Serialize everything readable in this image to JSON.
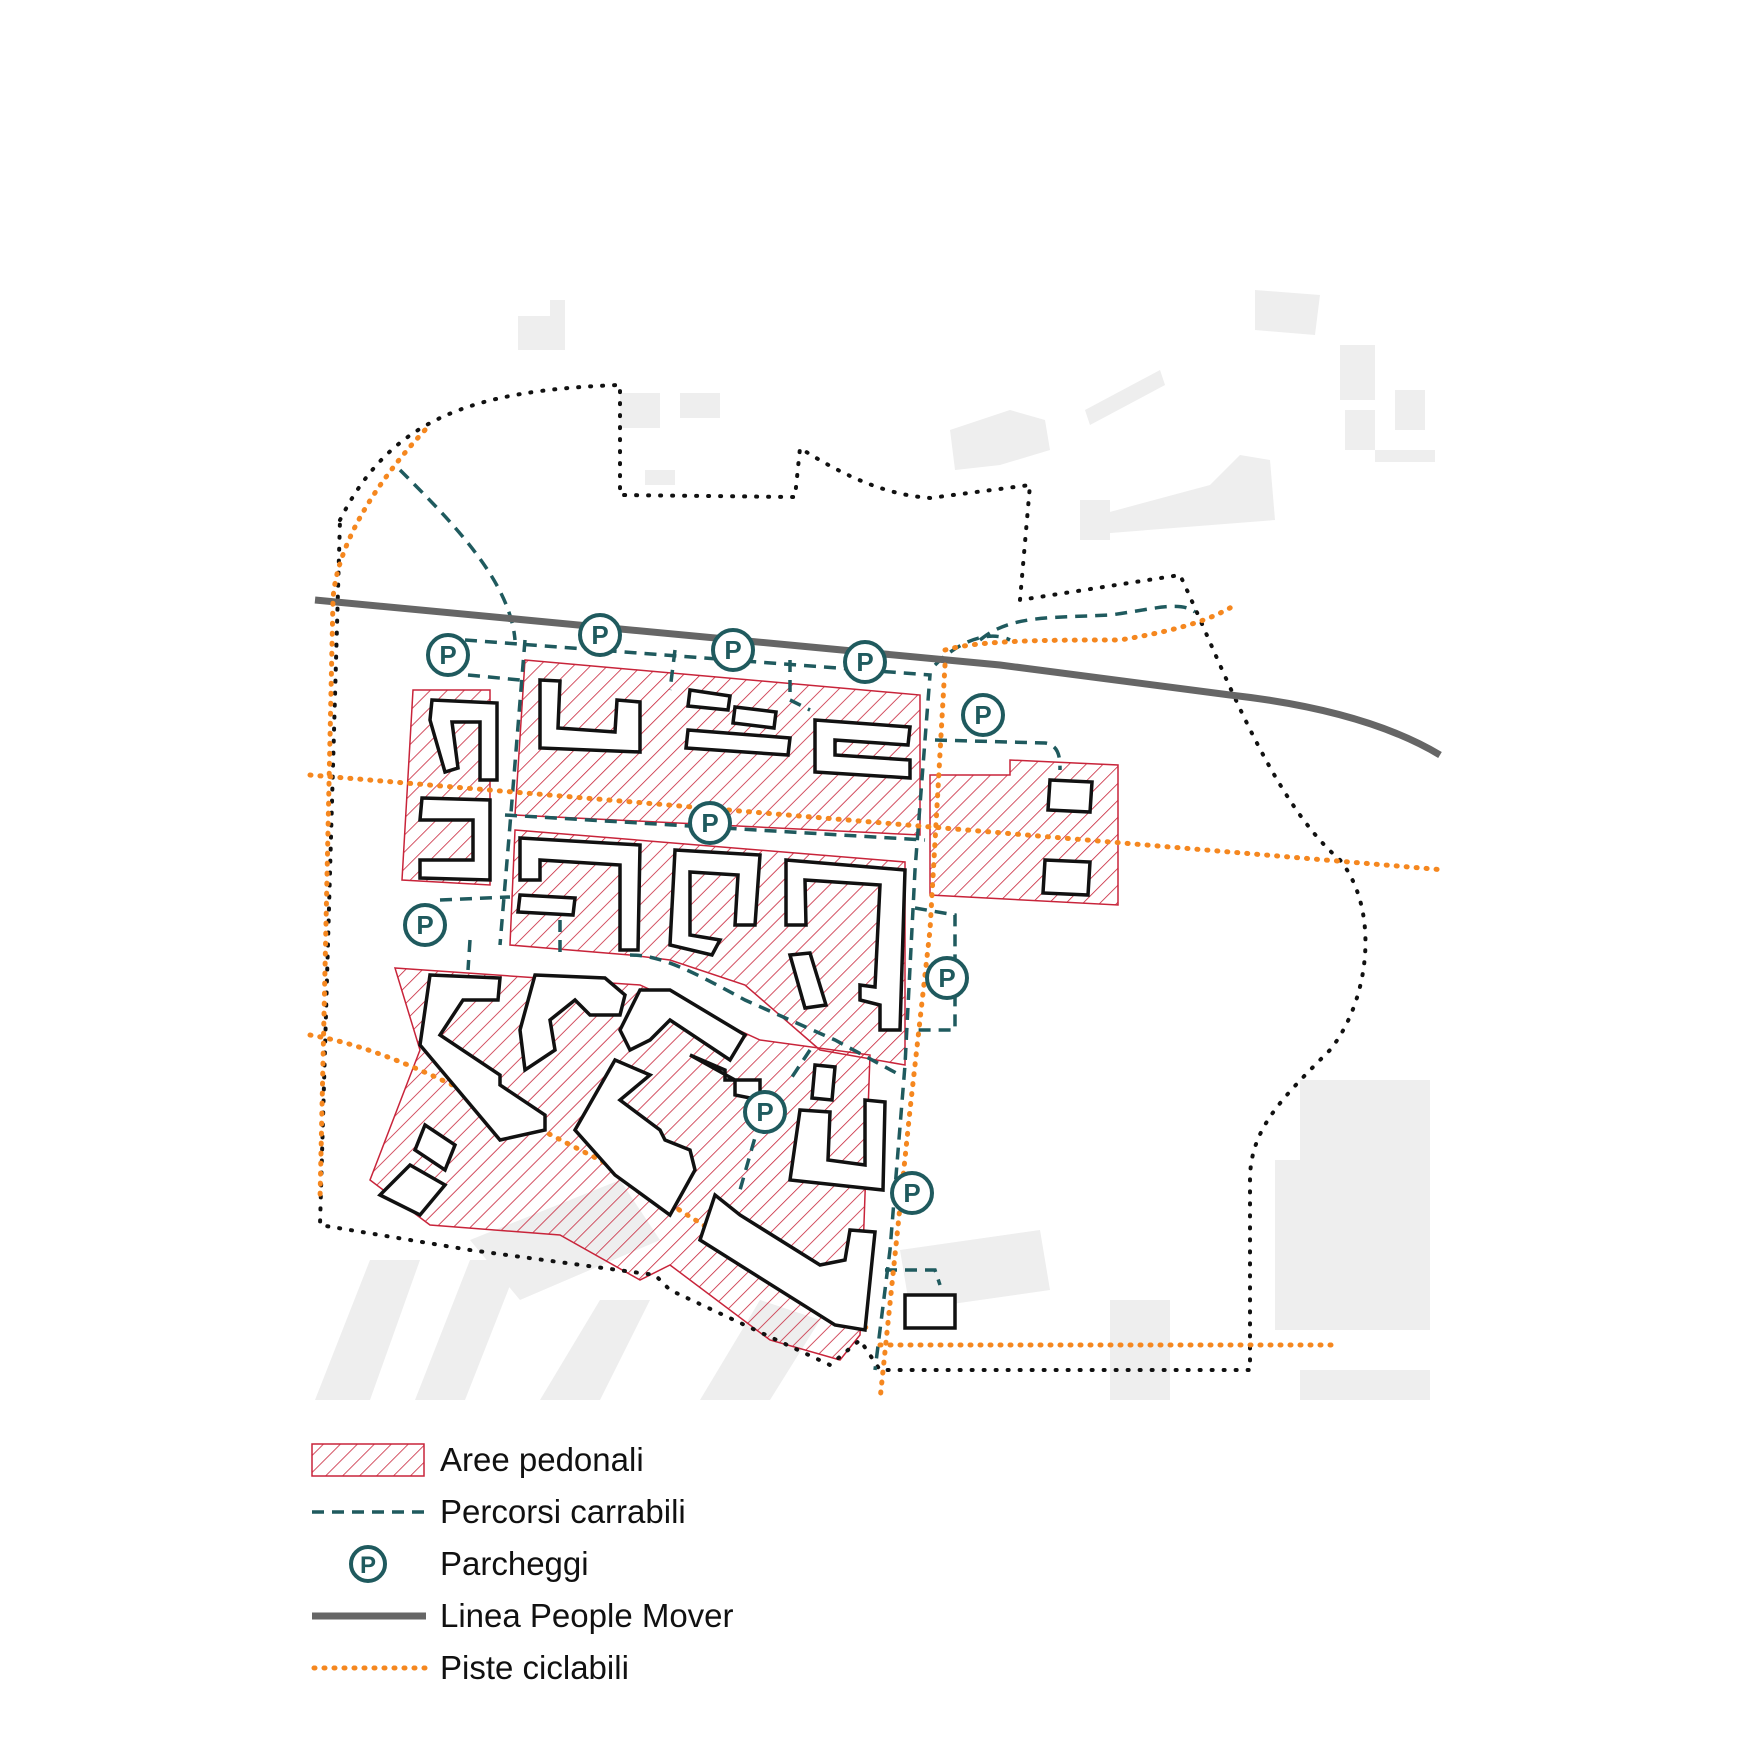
{
  "colors": {
    "pedestrian_hatch": "#c8243a",
    "vehicle_route": "#1f5a5e",
    "parking": "#1f5a5e",
    "people_mover": "#666666",
    "bike_path": "#f5871f",
    "boundary": "#111111",
    "context_buildings": "#eeeeee"
  },
  "parking_symbol": "P",
  "legend": [
    {
      "key": "pedestrian",
      "label": "Aree pedonali",
      "icon": "hatched-red-rectangle"
    },
    {
      "key": "vehicle",
      "label": "Percorsi carrabili",
      "icon": "dashed-teal-line"
    },
    {
      "key": "parking",
      "label": "Parcheggi",
      "icon": "parking-circle-p"
    },
    {
      "key": "people_mover",
      "label": "Linea People Mover",
      "icon": "solid-grey-line"
    },
    {
      "key": "bike",
      "label": "Piste ciclabili",
      "icon": "dotted-orange-line"
    }
  ]
}
